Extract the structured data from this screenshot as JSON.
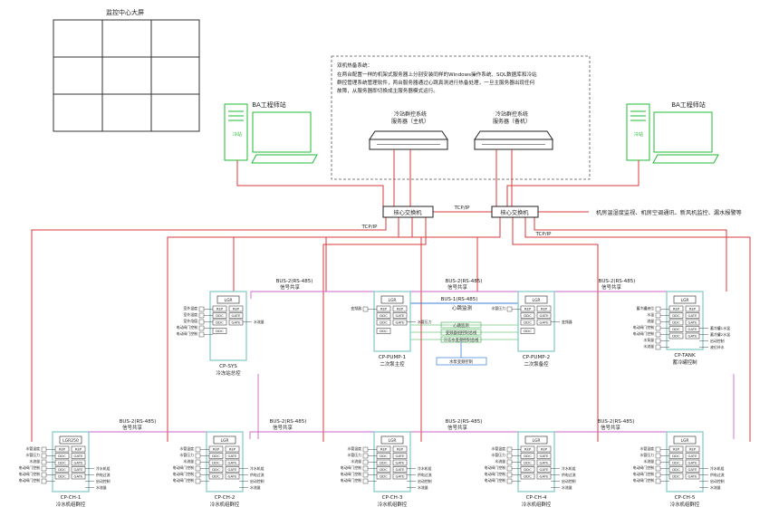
{
  "video_wall": {
    "title": "监控中心大屏"
  },
  "workstations": {
    "left_label": "BA工程师站",
    "right_label": "BA工程师站",
    "screen_text": "冷站"
  },
  "redundancy_note": {
    "lines": [
      "双机热备系统：",
      "在两台配置一样的机架式服务器上分别安装同样的Windows操作系统、SQL数据库和冷站",
      "群控管理系统管理软件，两台服务器通过心跳真测进行热备处理，一旦主服务器出现任何",
      "故障，从服务器即切换成主服务器模式运行。"
    ]
  },
  "servers": {
    "primary": {
      "line1": "冷站群控系统",
      "line2": "服务器（主机）"
    },
    "backup": {
      "line1": "冷站群控系统",
      "line2": "服务器（备机）"
    }
  },
  "switches": {
    "left": "核心交换机",
    "right": "核心交换机"
  },
  "network": {
    "tcpip_center": "TCP/IP",
    "tcpip_left": "TCP/IP",
    "tcpip_right": "TCP/IP",
    "bus1": "BUS-1(RS-485)",
    "heartbeat": "心跳监测"
  },
  "external_systems": "机房温湿度监视、机房空调通讯、新风机监控、漏水报警等",
  "bus2": {
    "label": "BUS-2(RS-485)",
    "share": "信号共享"
  },
  "pump_link": {
    "rows": [
      "心跳监测",
      "变频器组控制总线",
      "冷冻水变频控制总线"
    ],
    "bottom_box": "水泵变频控制"
  },
  "controllers": [
    {
      "id": "CP-SYS",
      "desc": "冷冻站总控",
      "top": "LGR",
      "pairs": [
        [
          "REP",
          "REP"
        ],
        [
          "DDC",
          "GATE"
        ],
        [
          "DDC",
          "GATE"
        ]
      ],
      "bottom": "DDC",
      "left_inputs": [
        "室外温度",
        "室外湿度",
        "室外焓值",
        "电动阀门控制",
        "电动阀门控制"
      ],
      "right_outputs": [
        "水流量"
      ]
    },
    {
      "id": "CP-PUMP-1",
      "desc": "二次泵主控",
      "top": "LGR",
      "pairs": [
        [
          "REP",
          "REP"
        ],
        [
          "DDC",
          "GATE"
        ],
        [
          "DDC",
          "GATE"
        ]
      ],
      "bottom": "DDC",
      "left_inputs": [
        "变频器"
      ],
      "right_outputs": [
        "水管压力"
      ]
    },
    {
      "id": "CP-PUMP-2",
      "desc": "二次泵备控",
      "top": "LGR",
      "pairs": [
        [
          "REP",
          "REP"
        ],
        [
          "DDC",
          "GATE"
        ],
        [
          "DDC",
          "GATE"
        ]
      ],
      "bottom": "DDC",
      "left_inputs": [
        "水管压力"
      ],
      "right_outputs": [
        "变频器"
      ]
    },
    {
      "id": "CP-TANK",
      "desc": "蓄冷罐控制",
      "top": "LGR",
      "pairs": [
        [
          "REP",
          "REP"
        ],
        [
          "DDC",
          "GATE"
        ],
        [
          "DDC",
          "GATE"
        ],
        [
          "DDC",
          "GATE"
        ],
        [
          "DDC",
          "GATE"
        ]
      ],
      "bottom": "",
      "left_inputs": [
        "蓄冷罐液位",
        "水温",
        "流量",
        "电动阀门控制",
        "电动阀门控制",
        "水泵量",
        "水流量"
      ],
      "right_outputs": [
        "蓄冷罐1水温",
        "蓄冷罐2水温",
        "启动控制",
        "液位补水"
      ]
    },
    {
      "id": "CP-CH-1",
      "desc": "冷水机组群控",
      "top": "LGR250",
      "pairs": [
        [
          "REP",
          "REP"
        ],
        [
          "DDC",
          "GATE"
        ],
        [
          "DDC",
          "GATE"
        ],
        [
          "DDC",
          "GATE"
        ],
        [
          "DDC",
          "GATE"
        ]
      ],
      "bottom": "",
      "left_inputs": [
        "水管温度",
        "水管压力",
        "水流量",
        "电动阀门控制",
        "电动阀门控制",
        "电动阀门控制"
      ],
      "right_outputs": [
        "冷水机组",
        "供电过流",
        "启动控制",
        "水流量"
      ]
    },
    {
      "id": "CP-CH-2",
      "desc": "冷水机组群控",
      "top": "LGR",
      "pairs": [
        [
          "REP",
          "REP"
        ],
        [
          "DDC",
          "GATE"
        ],
        [
          "DDC",
          "GATE"
        ],
        [
          "DDC",
          "GATE"
        ],
        [
          "DDC",
          "GATE"
        ]
      ],
      "bottom": "",
      "left_inputs": [
        "水管温度",
        "水管压力",
        "水流量",
        "电动阀门控制",
        "电动阀门控制",
        "电动阀门控制"
      ],
      "right_outputs": [
        "冷水机组",
        "供电过流",
        "启动控制",
        "水流量"
      ]
    },
    {
      "id": "CP-CH-3",
      "desc": "冷水机组群控",
      "top": "LGR",
      "pairs": [
        [
          "REP",
          "REP"
        ],
        [
          "DDC",
          "GATE"
        ],
        [
          "DDC",
          "GATE"
        ],
        [
          "DDC",
          "GATE"
        ],
        [
          "DDC",
          "GATE"
        ]
      ],
      "bottom": "",
      "left_inputs": [
        "水管温度",
        "水管压力",
        "水流量",
        "电动阀门控制",
        "电动阀门控制",
        "电动阀门控制"
      ],
      "right_outputs": [
        "冷水机组",
        "供电过流",
        "启动控制",
        "水流量"
      ]
    },
    {
      "id": "CP-CH-4",
      "desc": "冷水机组群控",
      "top": "LGR",
      "pairs": [
        [
          "REP",
          "REP"
        ],
        [
          "DDC",
          "GATE"
        ],
        [
          "DDC",
          "GATE"
        ],
        [
          "DDC",
          "GATE"
        ],
        [
          "DDC",
          "GATE"
        ]
      ],
      "bottom": "",
      "left_inputs": [
        "水管温度",
        "水管压力",
        "水流量",
        "电动阀门控制",
        "电动阀门控制",
        "电动阀门控制"
      ],
      "right_outputs": [
        "冷水机组",
        "供电过流",
        "启动控制",
        "水流量"
      ]
    },
    {
      "id": "CP-CH-5",
      "desc": "冷水机组群控",
      "top": "LGR",
      "pairs": [
        [
          "REP",
          "REP"
        ],
        [
          "DDC",
          "GATE"
        ],
        [
          "DDC",
          "GATE"
        ],
        [
          "DDC",
          "GATE"
        ],
        [
          "DDC",
          "GATE"
        ]
      ],
      "bottom": "",
      "left_inputs": [
        "水管温度",
        "水管压力",
        "水流量",
        "电动阀门控制",
        "电动阀门控制",
        "电动阀门控制"
      ],
      "right_outputs": [
        "冷水机组",
        "供电过流",
        "启动控制",
        "水流量"
      ]
    }
  ],
  "colors": {
    "tcpip": "#d83a3a",
    "bus": "#cc66cc",
    "bus1": "#3a7fd8",
    "workstation": "#22bb33",
    "cabinet": "#7fc8c8",
    "link_green": "#33aa44"
  }
}
